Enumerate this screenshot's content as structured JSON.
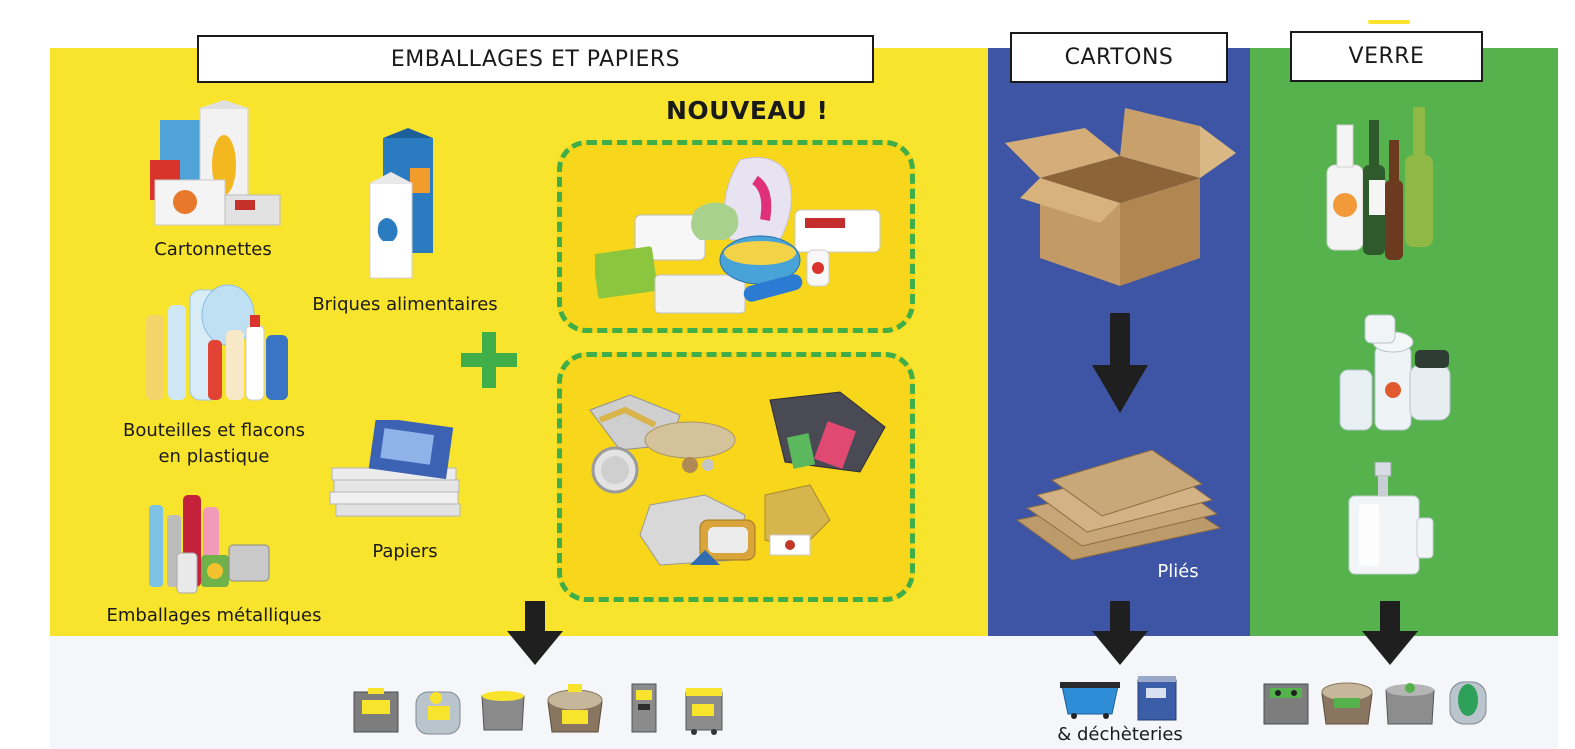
{
  "sections": {
    "emballages": {
      "title": "EMBALLAGES ET PAPIERS"
    },
    "cartons": {
      "title": "CARTONS"
    },
    "verre": {
      "title": "VERRE"
    }
  },
  "labels": {
    "nouveau": "NOUVEAU !",
    "cartonnettes": "Cartonnettes",
    "briques": "Briques alimentaires",
    "bouteilles_line1": "Bouteilles et flacons",
    "bouteilles_line2": "en plastique",
    "papiers": "Papiers",
    "metalliques": "Emballages métalliques",
    "plies": "Pliés",
    "decheteries": "& déchèteries"
  },
  "colors": {
    "yellow": "#f9e42d",
    "blue": "#3d55a4",
    "green": "#55b24c",
    "plus_green": "#3fae49",
    "bottom_band": "#f4f6f9",
    "arrow": "#1f1f1f"
  },
  "icons": {
    "plus": "plus-icon",
    "arrow": "arrow-down-icon"
  }
}
